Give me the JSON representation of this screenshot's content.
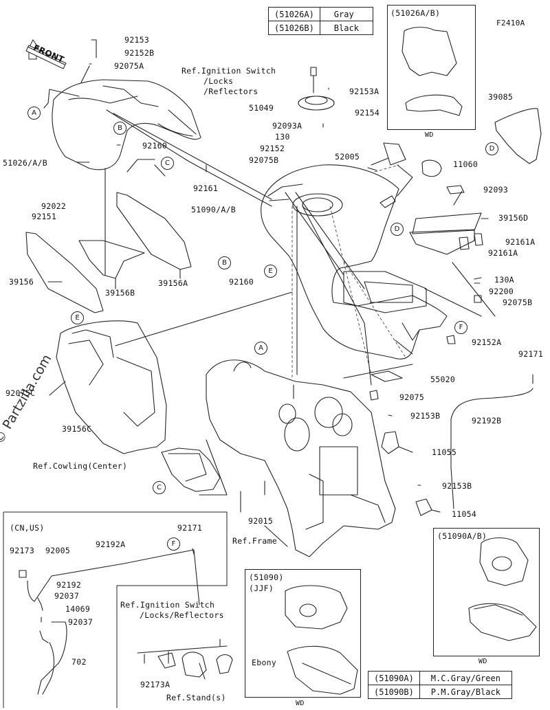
{
  "figure_code": "F2410A",
  "watermark": "© Partzilla.com",
  "front_label": "FRONT",
  "color_table_top": {
    "rows": [
      {
        "part": "(51026A)",
        "color": "Gray"
      },
      {
        "part": "(51026B)",
        "color": "Black"
      }
    ]
  },
  "color_table_bottom": {
    "rows": [
      {
        "part": "(51090A)",
        "color": "M.C.Gray/Green"
      },
      {
        "part": "(51090B)",
        "color": "P.M.Gray/Black"
      }
    ]
  },
  "insets": {
    "top_right": {
      "title": "(51026A/B)",
      "footer": "WD"
    },
    "bottom_right": {
      "title": "(51090A/B)",
      "footer": "WD"
    },
    "bottom_center": {
      "title": "(51090)",
      "subtitle": "(JJF)",
      "ebony": "Ebony",
      "footer": "WD"
    },
    "bottom_left": {
      "title": "(CN,US)"
    }
  },
  "callout_letters": [
    "A",
    "B",
    "C",
    "D",
    "E",
    "F"
  ],
  "labels": {
    "l92153": "92153",
    "l92152B": "92152B",
    "l92075A": "92075A",
    "l_ref_ign": "Ref.Ignition Switch",
    "l_locks": "/Locks",
    "l_reflectors": "/Reflectors",
    "l92153A": "92153A",
    "l51049": "51049",
    "l92154": "92154",
    "l92093A": "92093A",
    "l39085": "39085",
    "l130": "130",
    "l92152": "92152",
    "l92075B": "92075B",
    "l92160a": "92160",
    "l51026AB": "51026/A/B",
    "l52005": "52005",
    "l11060": "11060",
    "l92161": "92161",
    "l92093": "92093",
    "l51090AB": "51090/A/B",
    "l92022": "92022",
    "l92151": "92151",
    "l39156D": "39156D",
    "l92161A1": "92161A",
    "l92161A2": "92161A",
    "l92160b": "92160",
    "l39156": "39156",
    "l39156B": "39156B",
    "l39156A": "39156A",
    "l130A": "130A",
    "l92200": "92200",
    "l92075B2": "92075B",
    "l92152A": "92152A",
    "l92171a": "92171",
    "l92075C": "92075C",
    "l55020": "55020",
    "l92075": "92075",
    "l39156C": "39156C",
    "l92153B1": "92153B",
    "l92192B": "92192B",
    "l11055": "11055",
    "l_ref_cowl": "Ref.Cowling(Center)",
    "l92153B2": "92153B",
    "l11054": "11054",
    "l92015": "92015",
    "l_ref_frame": "Ref.Frame",
    "l92171b": "92171",
    "l92173": "92173",
    "l92005": "92005",
    "l92192A": "92192A",
    "l92192": "92192",
    "l92037a": "92037",
    "l14069": "14069",
    "l92037b": "92037",
    "l702": "702",
    "l_ref_ign2": "Ref.Ignition Switch",
    "l_locks2": "/Locks/Reflectors",
    "l92173A": "92173A",
    "l_ref_stand": "Ref.Stand(s)"
  }
}
